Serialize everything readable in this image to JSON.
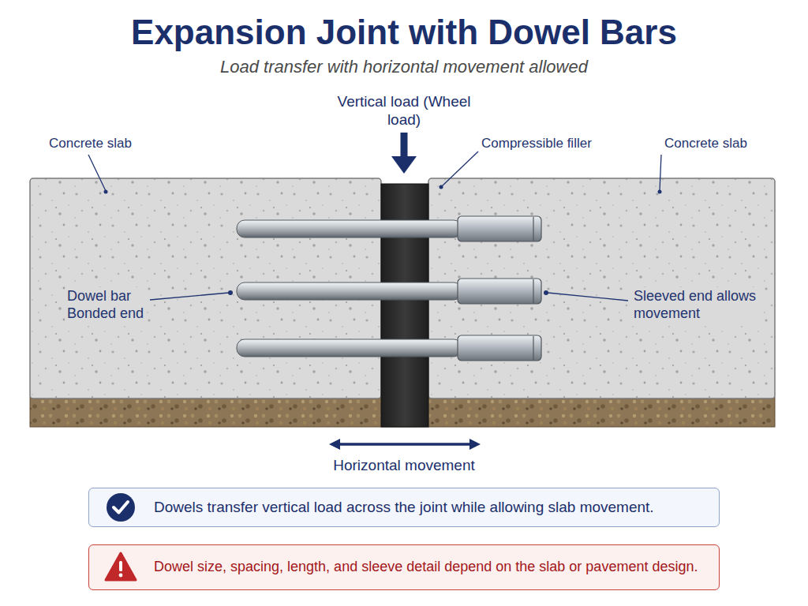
{
  "diagram": {
    "title": "Expansion Joint with Dowel Bars",
    "nodes": [
      {
        "text": [
          "Dowels transfer vertical load across the joint while allowing slab movement."
        ]
      },
      {
        "text": [
          "Dowel size, spacing, length, and sleeve detail depend on the slab or pavement design."
        ]
      }
    ],
    "labels": [
      "Load transfer with horizontal movement allowed",
      "Vertical load (Wheel load)",
      "Concrete slab",
      "Compressible filler",
      "Concrete slab",
      "Dowel bar Bonded end",
      "Sleeved end allows movement",
      "Horizontal movement"
    ]
  }
}
